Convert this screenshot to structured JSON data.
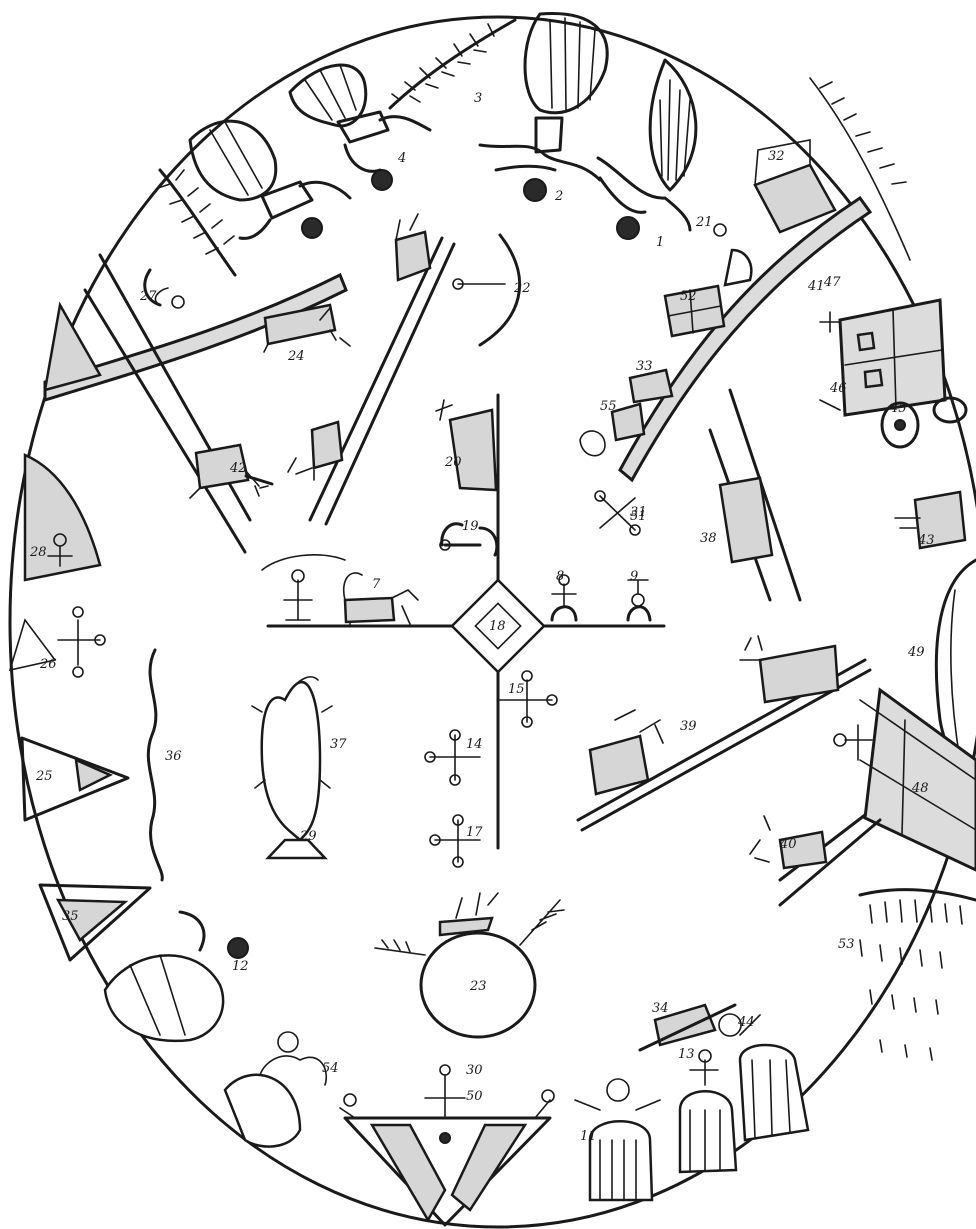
{
  "figure_labels": {
    "l1": "1",
    "l2": "2",
    "l3": "3",
    "l4": "4",
    "l7": "7",
    "l8": "8",
    "l9": "9",
    "l11": "11",
    "l12": "12",
    "l13": "13",
    "l14": "14",
    "l15": "15",
    "l17": "17",
    "l18": "18",
    "l19": "19",
    "l20": "20",
    "l21": "21",
    "l22": "22",
    "l23": "23",
    "l24": "24",
    "l25": "25",
    "l26": "26",
    "l27": "27",
    "l28": "28",
    "l29": "29",
    "l30": "30",
    "l31": "31",
    "l32": "32",
    "l33": "33",
    "l34": "34",
    "l35": "35",
    "l36": "36",
    "l37": "37",
    "l38": "38",
    "l39": "39",
    "l40": "40",
    "l41": "41",
    "l42": "42",
    "l43": "43",
    "l44": "44",
    "l45": "45",
    "l46": "46",
    "l47": "47",
    "l48": "48",
    "l49": "49",
    "l50": "50",
    "l51": "51",
    "l52": "52",
    "l53": "53",
    "l54": "54",
    "l55": "55"
  },
  "colors": {
    "ink": "#1a1a1a",
    "fill": "#dcdcdc",
    "paper": "#ffffff"
  }
}
